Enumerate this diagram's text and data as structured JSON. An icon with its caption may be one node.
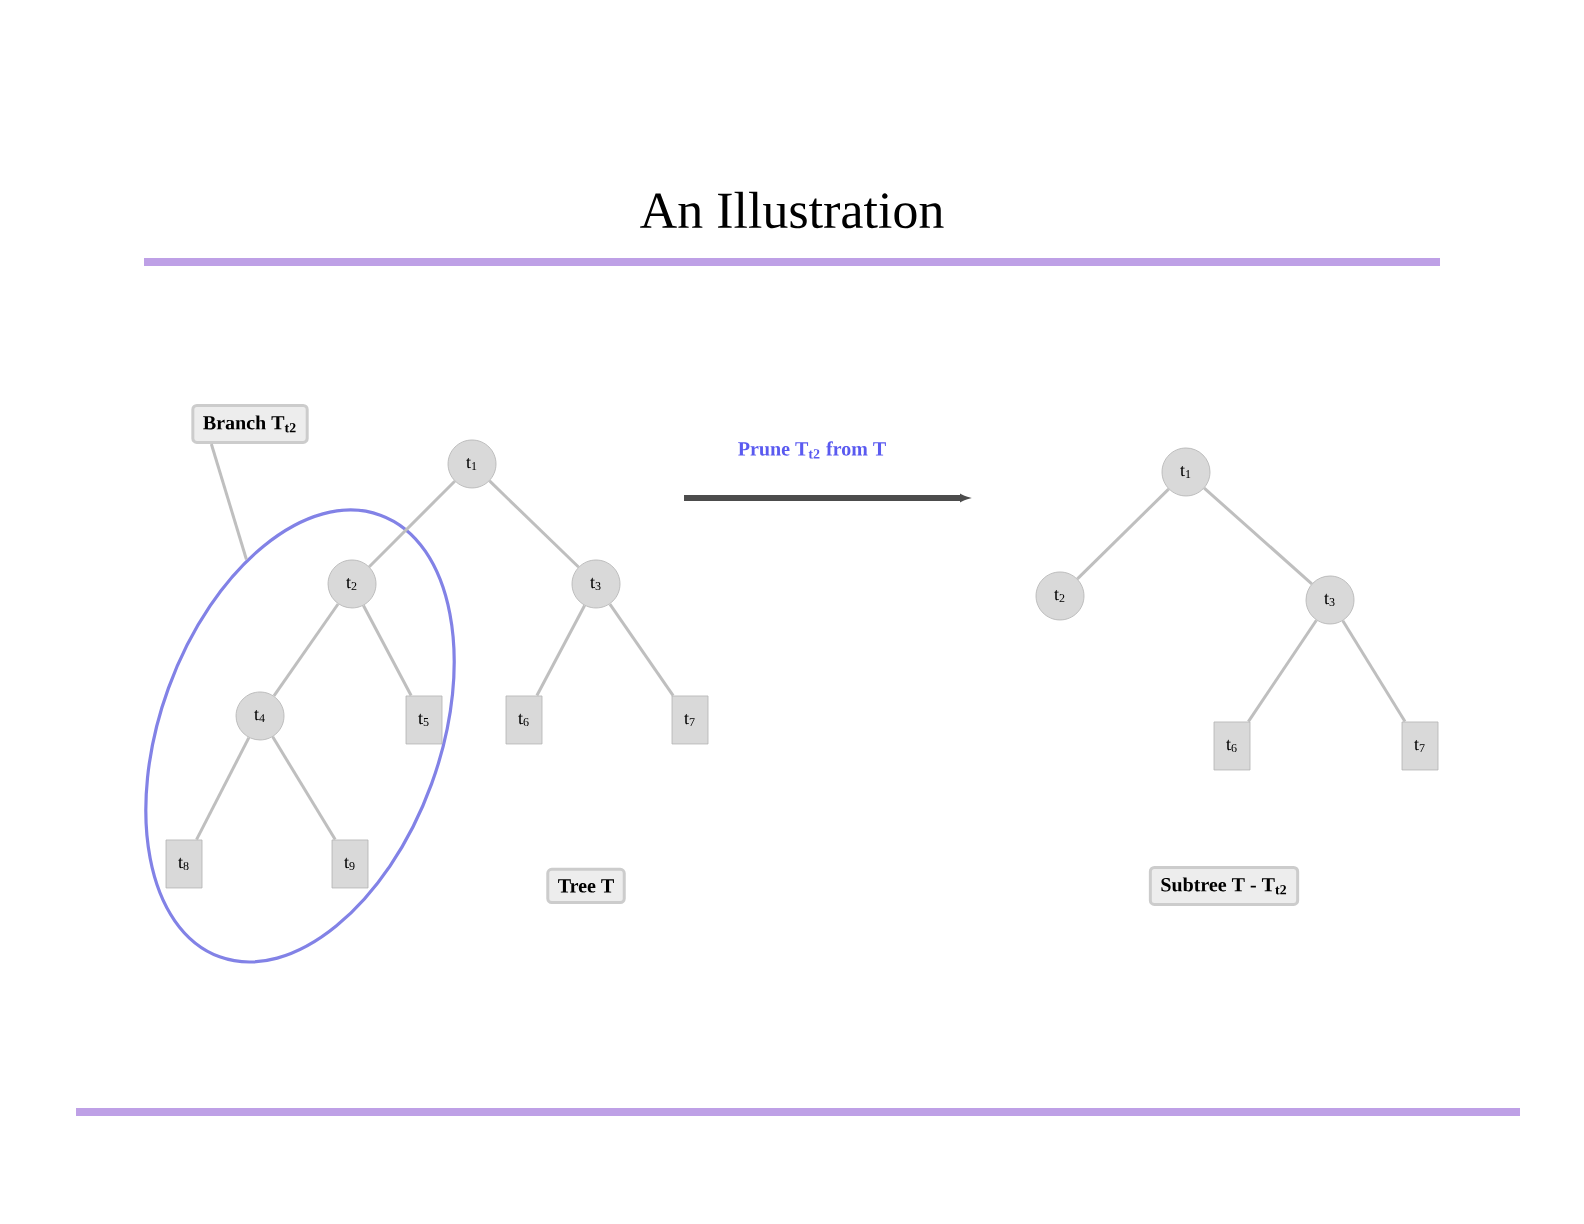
{
  "diagram": {
    "title": "An Illustration",
    "nodes": [
      {
        "text": [
          "Branch T$_{t2}$"
        ]
      },
      {
        "text": [
          "t$_{1}$"
        ]
      },
      {
        "text": [],
        "shape": "ellipse"
      },
      {
        "text": [
          "t$_{2}$"
        ],
        "in": 2
      },
      {
        "text": [
          "t$_{3}$"
        ]
      },
      {
        "text": [
          "t$_{4}$"
        ],
        "in": 2
      },
      {
        "text": [
          "t$_{5}$"
        ],
        "in": 2
      },
      {
        "text": [
          "t$_{6}$"
        ]
      },
      {
        "text": [
          "t$_{7}$"
        ]
      },
      {
        "text": [
          "t$_{8}$"
        ],
        "in": 2
      },
      {
        "text": [
          "t$_{9}$"
        ],
        "in": 2
      },
      {
        "text": [
          "Tree T"
        ]
      },
      {
        "text": [
          "t$_{1}$"
        ]
      },
      {
        "text": [
          "t$_{2}$"
        ]
      },
      {
        "text": [
          "t$_{3}$"
        ]
      },
      {
        "text": [
          "t$_{6}$"
        ]
      },
      {
        "text": [
          "t$_{7}$"
        ]
      },
      {
        "text": [
          "Subtree T - T$_{t2}$"
        ]
      }
    ],
    "edges": [
      {
        "from": 1,
        "to": 3,
        "arrow": "none"
      },
      {
        "from": 1,
        "to": 4,
        "arrow": "none"
      },
      {
        "from": 3,
        "to": 5,
        "arrow": "none"
      },
      {
        "from": 3,
        "to": 6,
        "arrow": "none"
      },
      {
        "from": 4,
        "to": 7,
        "arrow": "none"
      },
      {
        "from": 4,
        "to": 8,
        "arrow": "none"
      },
      {
        "from": 5,
        "to": 9,
        "arrow": "none"
      },
      {
        "from": 5,
        "to": 10,
        "arrow": "none"
      },
      {
        "from": 0,
        "to": 2,
        "arrow": "none"
      },
      {
        "from": 12,
        "to": 13,
        "arrow": "none"
      },
      {
        "from": 12,
        "to": 14,
        "arrow": "none"
      },
      {
        "from": 14,
        "to": 15,
        "arrow": "none"
      },
      {
        "from": 14,
        "to": 16,
        "arrow": "none"
      }
    ],
    "labels": [
      "Prune T$_{t2}$ from T"
    ]
  }
}
